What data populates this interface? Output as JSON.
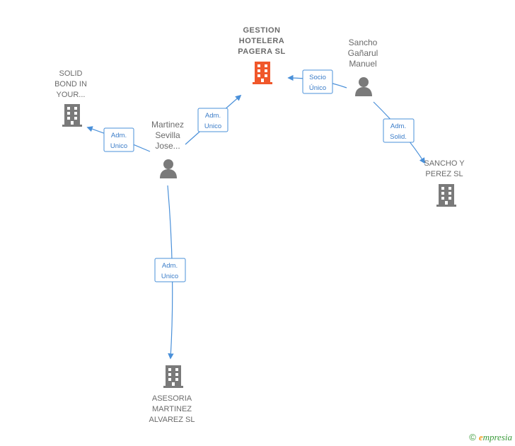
{
  "colors": {
    "edge": "#4a90d9",
    "building": "#7a7a7a",
    "building_focus": "#f0572a",
    "person": "#7a7a7a"
  },
  "nodes": {
    "gestion": {
      "lines": [
        "GESTION",
        "HOTELERA",
        "PAGERA SL"
      ],
      "icon": "building-icon"
    },
    "solid": {
      "lines": [
        "SOLID",
        "BOND IN",
        "YOUR..."
      ],
      "icon": "building-icon"
    },
    "sancho_perez": {
      "lines": [
        "SANCHO Y",
        "PEREZ SL"
      ],
      "icon": "building-icon"
    },
    "asesoria": {
      "lines": [
        "ASESORIA",
        "MARTINEZ",
        "ALVAREZ SL"
      ],
      "icon": "building-icon"
    },
    "martinez": {
      "lines": [
        "Martinez",
        "Sevilla",
        "Jose..."
      ],
      "icon": "person-icon"
    },
    "sancho_manuel": {
      "lines": [
        "Sancho",
        "Gañarul",
        "Manuel"
      ],
      "icon": "person-icon"
    }
  },
  "edges": {
    "martinez_solid": [
      "Adm.",
      "Unico"
    ],
    "martinez_gestion": [
      "Adm.",
      "Unico"
    ],
    "sancho_gestion": [
      "Socio",
      "Único"
    ],
    "sancho_sanchoperez": [
      "Adm.",
      "Solid."
    ],
    "martinez_asesoria": [
      "Adm.",
      "Unico"
    ]
  },
  "footer": {
    "copyright": "©",
    "brand_initial": "e",
    "brand_rest": "mpresia"
  }
}
